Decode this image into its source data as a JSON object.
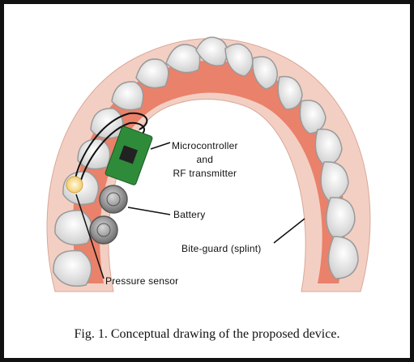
{
  "figure": {
    "labels": {
      "microcontroller_line1": "Microcontroller",
      "microcontroller_line2": "and",
      "microcontroller_line3": "RF transmitter",
      "battery": "Battery",
      "bite_guard": "Bite-guard (splint)",
      "pressure_sensor": "Pressure sensor"
    },
    "caption": "Fig. 1. Conceptual drawing of the proposed device.",
    "colors": {
      "splint": "#e8735a",
      "gum": "#f3c7b8",
      "tooth": "#f4f4f4",
      "pcb": "#2e8b3a",
      "battery": "#8a8a8a",
      "sensor": "#f5d76e",
      "wire": "#111111",
      "frame": "#111111"
    }
  }
}
